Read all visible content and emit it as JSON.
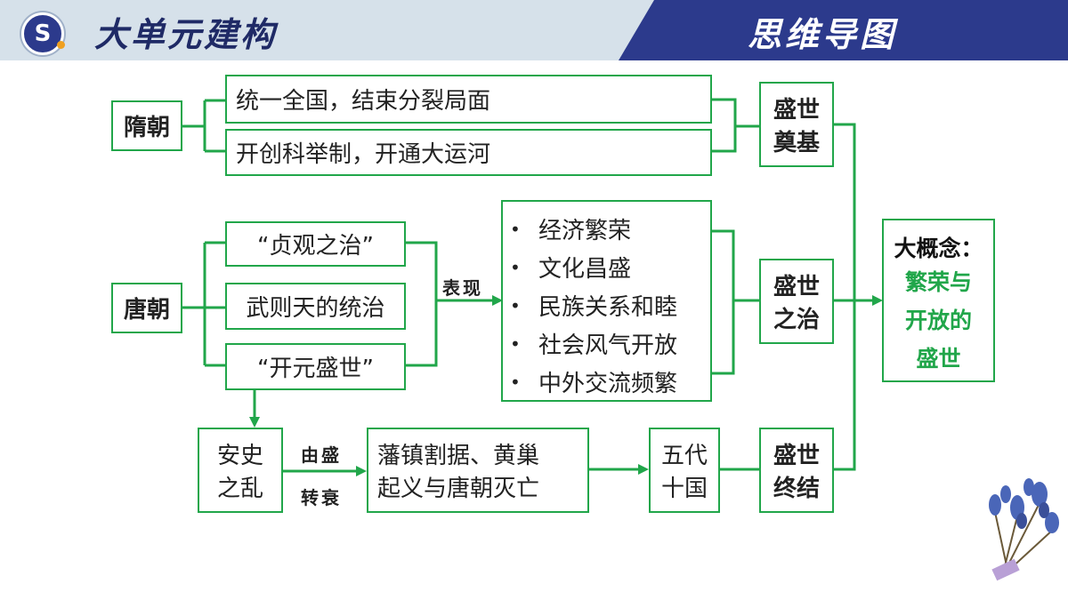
{
  "header": {
    "logo_letter": "S",
    "title": "大单元建构",
    "right_title": "思维导图"
  },
  "sui": {
    "label": "隋朝",
    "items": [
      "统一全国，结束分裂局面",
      "开创科举制，开通大运河"
    ],
    "result": [
      "盛世",
      "奠基"
    ]
  },
  "tang": {
    "label": "唐朝",
    "items": [
      "“贞观之治”",
      "武则天的统治",
      "“开元盛世”"
    ],
    "connector_label": "表现",
    "features": [
      "经济繁荣",
      "文化昌盛",
      "民族关系和睦",
      "社会风气开放",
      "中外交流频繁"
    ],
    "result": [
      "盛世",
      "之治"
    ]
  },
  "decline": {
    "event": [
      "安史",
      "之乱"
    ],
    "connector_label": [
      "由盛",
      "转衰"
    ],
    "consequence": [
      "藩镇割据、黄巢",
      "起义与唐朝灭亡"
    ],
    "after": [
      "五代",
      "十国"
    ],
    "result": [
      "盛世",
      "终结"
    ]
  },
  "concept": {
    "title": "大概念：",
    "body": [
      "繁荣与",
      "开放的",
      "盛世"
    ]
  },
  "colors": {
    "accent_green": "#21a64a",
    "header_navy": "#2c3a8c",
    "header_bg": "#d6e1ea"
  },
  "icons": {
    "logo": "s-logo-icon",
    "decoration": "lavender-flower-icon",
    "bullet": "bullet-dot-icon"
  }
}
